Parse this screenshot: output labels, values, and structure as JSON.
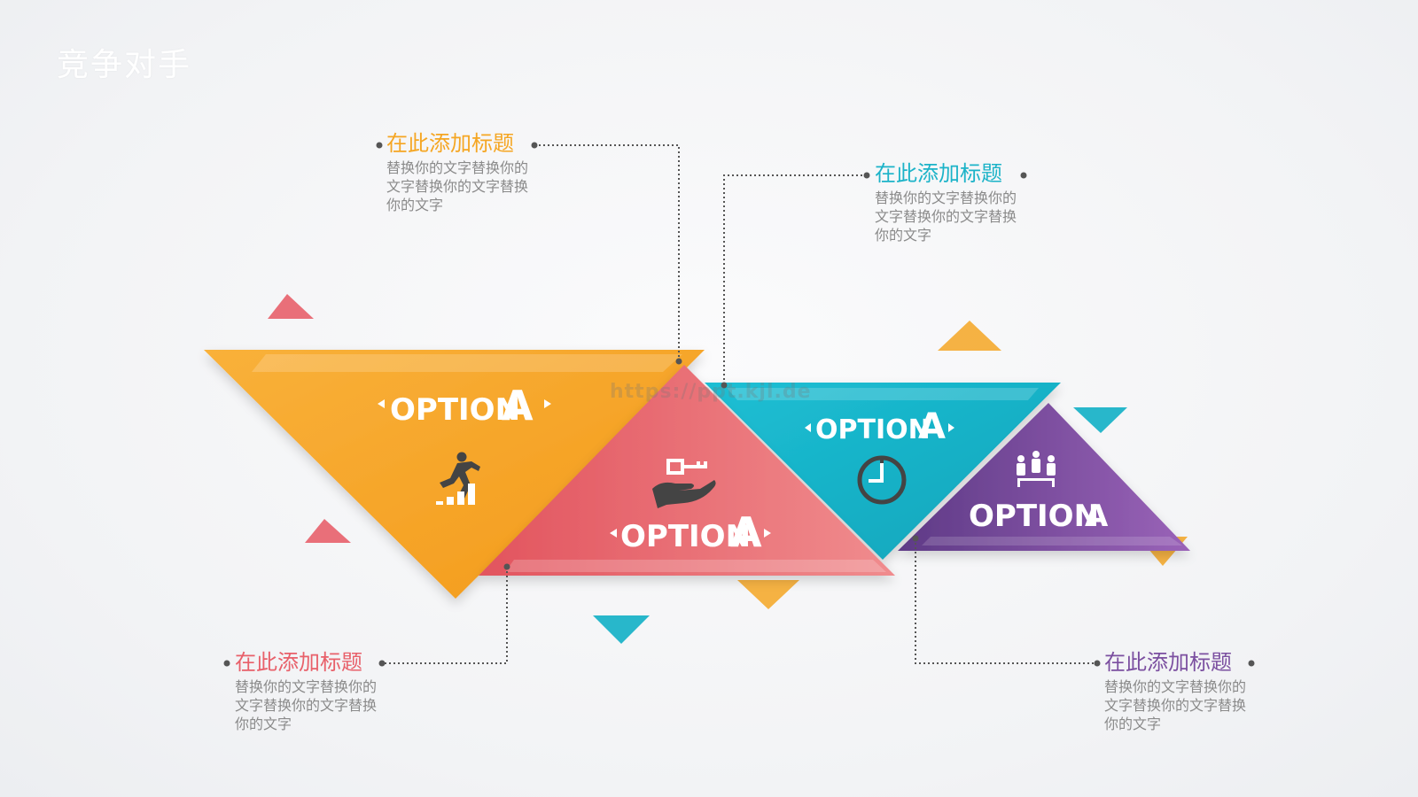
{
  "slide": {
    "title": "竞争对手"
  },
  "watermark": "https://ppt.kjl.de",
  "colors": {
    "orange": "#f5a623",
    "coral": "#e8606a",
    "teal": "#1cb3c8",
    "purple": "#7b4fa0",
    "connector": "#555555",
    "body_text": "#8a8a8a"
  },
  "options": [
    {
      "label": "OPTION",
      "letter": "A",
      "icon": "running-up-stairs-icon",
      "color": "orange"
    },
    {
      "label": "OPTION",
      "letter": "A",
      "icon": "hand-holding-key-icon",
      "color": "coral"
    },
    {
      "label": "OPTION",
      "letter": "A",
      "icon": "clock-icon",
      "color": "teal"
    },
    {
      "label": "OPTION",
      "letter": "A",
      "icon": "team-podium-icon",
      "color": "purple"
    }
  ],
  "callouts": [
    {
      "title": "在此添加标题",
      "body": "替换你的文字替换你的文字替换你的文字替换你的文字",
      "color": "#f5a623"
    },
    {
      "title": "在此添加标题",
      "body": "替换你的文字替换你的文字替换你的文字替换你的文字",
      "color": "#1cb3c8"
    },
    {
      "title": "在此添加标题",
      "body": "替换你的文字替换你的文字替换你的文字替换你的文字",
      "color": "#e8606a"
    },
    {
      "title": "在此添加标题",
      "body": "替换你的文字替换你的文字替换你的文字替换你的文字",
      "color": "#7b4fa0"
    }
  ]
}
